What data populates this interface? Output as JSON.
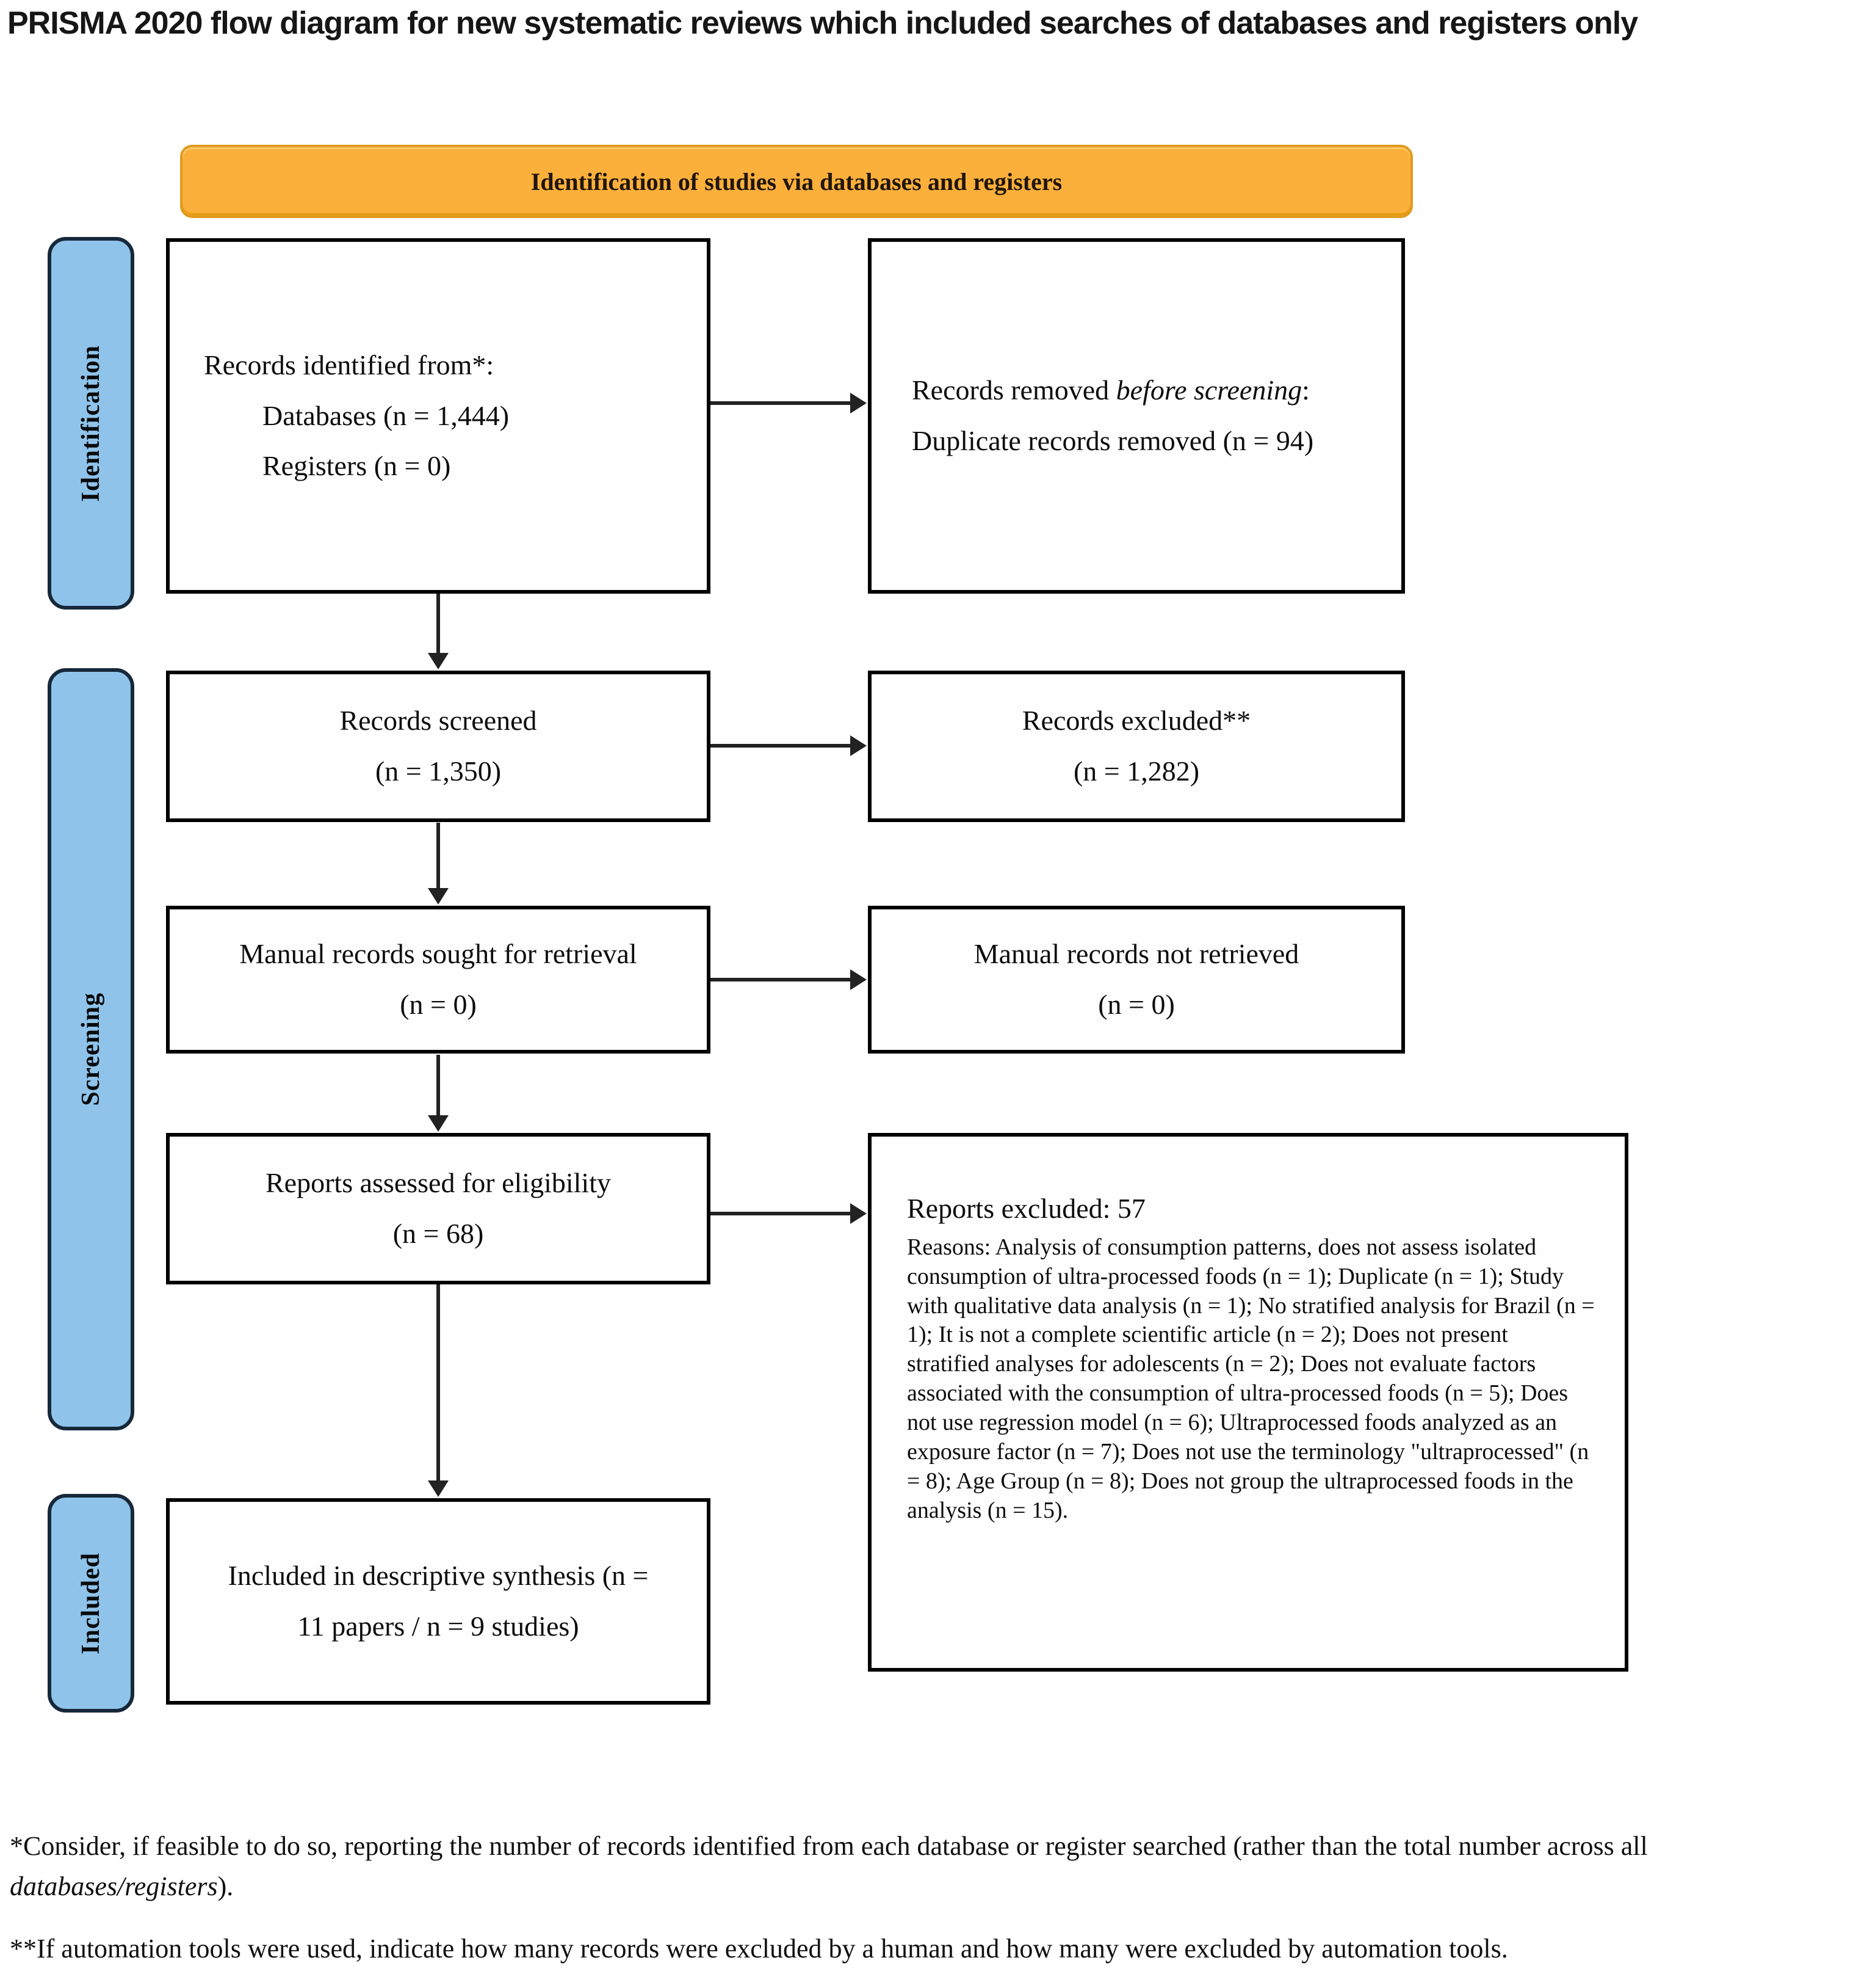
{
  "page": {
    "title": "PRISMA 2020 flow diagram for new systematic reviews which included searches of databases and registers only"
  },
  "banner": {
    "label": "Identification of studies via databases and registers"
  },
  "sidebar": {
    "identification": "Identification",
    "screening": "Screening",
    "included": "Included"
  },
  "boxes": {
    "records_identified": {
      "line1": "Records identified from*:",
      "line2": "Databases (n = 1,444)",
      "line3": "Registers (n = 0)"
    },
    "records_removed": {
      "prefix": "Records removed ",
      "italic": "before screening",
      "suffix": ":",
      "line2": "Duplicate records removed (n = 94)"
    },
    "records_screened": {
      "line1": "Records screened",
      "line2": "(n = 1,350)"
    },
    "records_excluded": {
      "line1": "Records excluded**",
      "line2": "(n = 1,282)"
    },
    "manual_sought": {
      "line1": "Manual records sought for retrieval",
      "line2": "(n = 0)"
    },
    "manual_not_retrieved": {
      "line1": "Manual records not retrieved",
      "line2": "(n = 0)"
    },
    "reports_assessed": {
      "line1": "Reports assessed for eligibility",
      "line2": "(n = 68)"
    },
    "reports_excluded": {
      "heading": "Reports excluded: 57",
      "reasons": "Reasons: Analysis of consumption patterns, does not assess isolated consumption of ultra-processed foods (n = 1); Duplicate (n = 1); Study with qualitative data analysis (n = 1); No stratified analysis for Brazil (n = 1); It is not a complete scientific article (n = 2); Does not present stratified analyses for adolescents (n = 2); Does not evaluate factors associated with the consumption of ultra-processed foods (n = 5); Does not use regression model (n = 6); Ultraprocessed foods analyzed as an exposure factor (n = 7); Does not use the terminology \"ultraprocessed\" (n = 8); Age Group (n = 8); Does not group the ultraprocessed foods in the analysis (n = 15)."
    },
    "included_synthesis": {
      "line1": "Included in descriptive synthesis (n = 11 papers / n = 9 studies)"
    }
  },
  "footnotes": {
    "fn1_prefix": "*Consider, if feasible to do so, reporting the number of records identified from each database or register searched (rather than the total number across all ",
    "fn1_italic": "databases/registers",
    "fn1_suffix": ").",
    "fn2": "**If automation tools were used, indicate how many records were excluded by a human and how many were excluded by automation tools."
  },
  "colors": {
    "banner_bg": "#FBB03C",
    "sidebar_bg": "#8FC3EA",
    "box_border": "#000000",
    "arrow": "#222222"
  }
}
